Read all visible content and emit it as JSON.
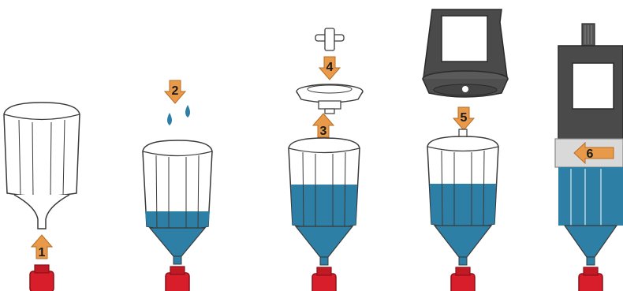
{
  "steps": [
    {
      "label": "1",
      "direction": "up"
    },
    {
      "label": "2",
      "direction": "down"
    },
    {
      "label": "3",
      "direction": "up"
    },
    {
      "label": "4",
      "direction": "down"
    },
    {
      "label": "5",
      "direction": "down"
    },
    {
      "label": "6",
      "direction": "left"
    }
  ],
  "colors": {
    "liquid": "#2e7fa6",
    "arrow": "#e89a4a",
    "vial": "#d81e2a",
    "device_dark": "#4a4a4a",
    "device_band": "#d9d9d9",
    "outline": "#3a3a3a"
  },
  "icons": [
    "up-arrow-icon",
    "down-arrow-icon",
    "left-arrow-icon",
    "water-drop-icon"
  ]
}
